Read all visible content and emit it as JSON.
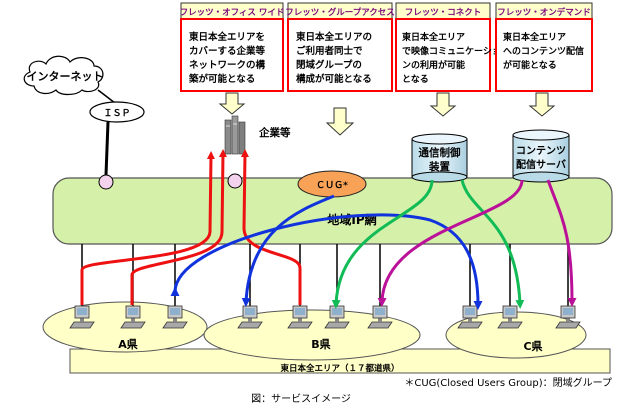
{
  "services": [
    {
      "tab": "フレッツ・オフィス ワイド",
      "desc": [
        "東日本全エリアを",
        "カバーする企業等",
        "ネットワークの構",
        "築が可能となる"
      ]
    },
    {
      "tab": "フレッツ・グループアクセス",
      "desc": [
        "東日本全エリアの",
        "ご利用者同士で",
        "閉域グループの",
        "構成が可能となる"
      ]
    },
    {
      "tab": "フレッツ・コネクト",
      "desc": [
        "東日本全エリア",
        "で映像コミュニケーショ",
        "ンの利用が可能",
        "となる"
      ]
    },
    {
      "tab": "フレッツ・オンデマンド",
      "desc": [
        "東日本全エリア",
        "へのコンテンツ配信",
        "が可能となる"
      ]
    }
  ],
  "internet": "インターネット",
  "isp": "ＩＳＰ",
  "company": "企業等",
  "cug": "ＣＵＧ*",
  "regional_network": "地域IP網",
  "comm_control": [
    "通信制御",
    "装置"
  ],
  "content_server": [
    "コンテンツ",
    "配信サーバ"
  ],
  "prefectures": [
    "A県",
    "B県",
    "C県"
  ],
  "coverage_area": "東日本全エリア（１７都道県）",
  "footnote": "＊CUG(Closed Users Group)：閉域グループ",
  "caption": "図：サービスイメージ",
  "colors": {
    "net_green": "#d5f0a8",
    "tab_fill": "#ffffcc",
    "box_border": "#ff0000",
    "area_fill": "#ffffc8",
    "red": "#ee1111",
    "blue": "#1133dd",
    "green": "#11bb55",
    "magenta": "#bb1199"
  }
}
